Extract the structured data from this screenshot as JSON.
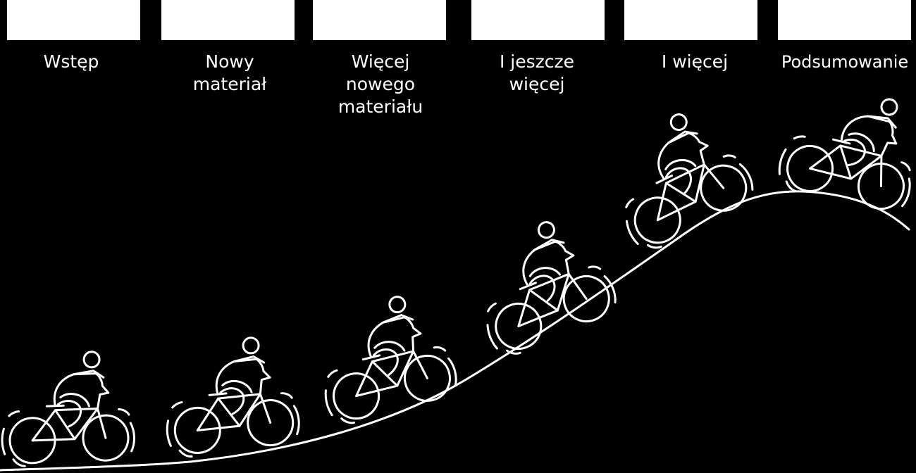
{
  "stages": [
    {
      "label_lines": [
        "Wstęp"
      ]
    },
    {
      "label_lines": [
        "Nowy",
        "materiał"
      ]
    },
    {
      "label_lines": [
        "Więcej",
        "nowego",
        "materiału"
      ]
    },
    {
      "label_lines": [
        "I jeszcze",
        "więcej"
      ]
    },
    {
      "label_lines": [
        "I więcej"
      ]
    },
    {
      "label_lines": [
        "Podsumowanie"
      ]
    }
  ],
  "colors": {
    "background": "#000000",
    "foreground": "#ffffff"
  },
  "icon": "cyclist-icon"
}
